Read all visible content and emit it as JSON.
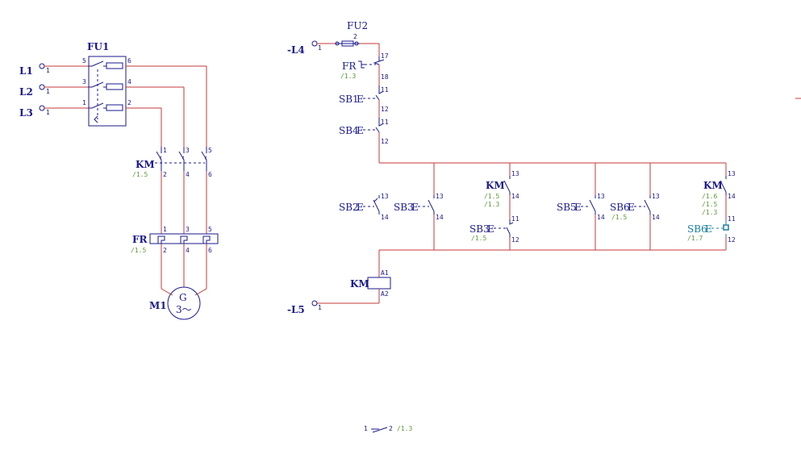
{
  "power": {
    "lines": [
      "L1",
      "L2",
      "L3"
    ],
    "line_pin": "1",
    "fu1": "FU1",
    "fu1_pins_top": [
      "5",
      "3",
      "1"
    ],
    "fu1_pins_out": [
      "6",
      "4",
      "2"
    ],
    "km": "KM",
    "km_ref": "/1.5",
    "km_pins_top": [
      "1",
      "3",
      "5"
    ],
    "km_pins_bot": [
      "2",
      "4",
      "6"
    ],
    "fr": "FR",
    "fr_ref": "/1.5",
    "fr_pins_top": [
      "1",
      "3",
      "5"
    ],
    "fr_pins_bot": [
      "2",
      "4",
      "6"
    ],
    "motor": "M1",
    "motor_g": "G",
    "motor_phase": "3～"
  },
  "control": {
    "l4": "-L4",
    "l4_pin": "1",
    "fu2": "FU2",
    "fu2_pin": "2",
    "fr": "FR",
    "fr_ref": "/1.3",
    "fr_pins": [
      "17",
      "18"
    ],
    "sb1": "SB1",
    "sb1_pins": [
      "11",
      "12"
    ],
    "sb4": "SB4",
    "sb4_pins": [
      "11",
      "12"
    ],
    "sb2": "SB2",
    "sb2_pins": [
      "13",
      "14"
    ],
    "sb3": "SB3",
    "sb3_pins": [
      "13",
      "14"
    ],
    "km_a": "KM",
    "km_a_refs": [
      "/1.5",
      "/1.3"
    ],
    "km_a_pins": [
      "13",
      "14"
    ],
    "sb3_nc": "SB3",
    "sb3_nc_ref": "/1.5",
    "sb3_nc_pins": [
      "11",
      "12"
    ],
    "sb5": "SB5",
    "sb5_pins": [
      "13",
      "14"
    ],
    "sb6": "SB6",
    "sb6_ref": "/1.5",
    "sb6_pins": [
      "13",
      "14"
    ],
    "km_b": "KM",
    "km_b_refs": [
      "/1.6",
      "/1.5",
      "/1.3"
    ],
    "km_b_pins": [
      "13",
      "14"
    ],
    "sb6_nc": "SB6",
    "sb6_nc_ref": "/1.7",
    "sb6_nc_pins": [
      "11",
      "12"
    ],
    "coil": "KM",
    "coil_pins": [
      "A1",
      "A2"
    ],
    "l5": "-L5",
    "l5_pin": "1",
    "e_mark": "E"
  },
  "legend": {
    "pin_a": "1",
    "pin_b": "2",
    "ref": "/1.3"
  }
}
